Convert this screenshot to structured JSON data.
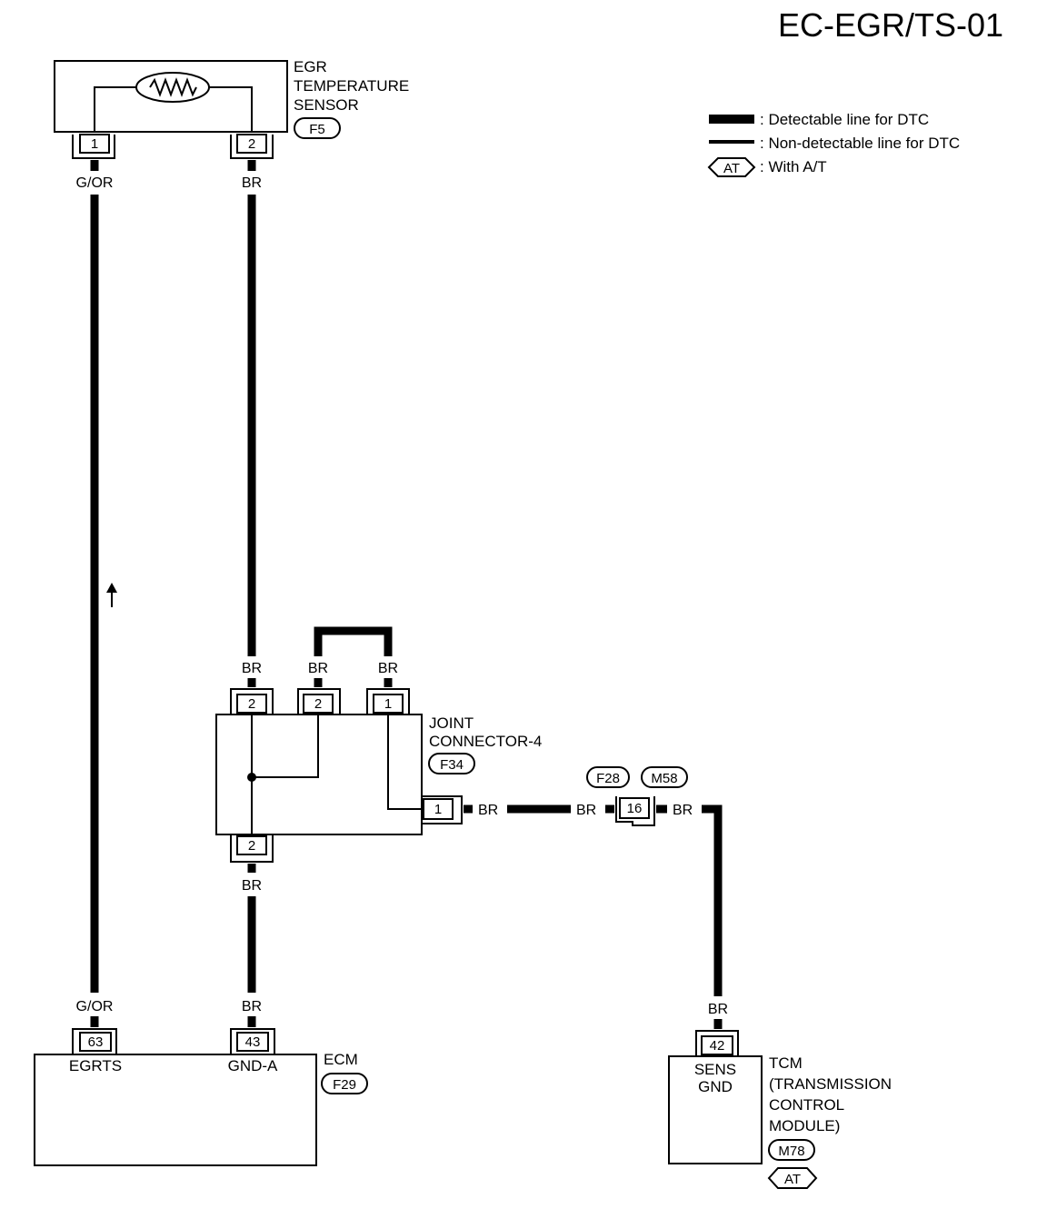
{
  "page_code": "EC-EGR/TS-01",
  "legend": {
    "detectable": ": Detectable line for DTC",
    "non_detectable": ": Non-detectable line for DTC",
    "at_symbol": "AT",
    "with_at": ": With A/T"
  },
  "egr_sensor": {
    "name_line1": "EGR",
    "name_line2": "TEMPERATURE",
    "name_line3": "SENSOR",
    "connector": "F5",
    "pin1": "1",
    "pin2": "2"
  },
  "joint_connector": {
    "name_line1": "JOINT",
    "name_line2": "CONNECTOR-4",
    "connector": "F34",
    "pin_top_left": "2",
    "pin_top_mid": "2",
    "pin_top_right": "1",
    "pin_bottom": "2",
    "pin_side": "1"
  },
  "intermediate_connector": {
    "conn_a": "F28",
    "conn_b": "M58",
    "pin": "16"
  },
  "ecm": {
    "name": "ECM",
    "connector": "F29",
    "pin_egrts": "63",
    "label_egrts": "EGRTS",
    "pin_gnd": "43",
    "label_gnd": "GND-A"
  },
  "tcm": {
    "name_line1": "TCM",
    "name_line2": "(TRANSMISSION",
    "name_line3": "CONTROL",
    "name_line4": "MODULE)",
    "connector": "M78",
    "at_symbol": "AT",
    "pin": "42",
    "label_line1": "SENS",
    "label_line2": "GND"
  },
  "wire_colors": {
    "g_or": "G/OR",
    "br": "BR"
  }
}
